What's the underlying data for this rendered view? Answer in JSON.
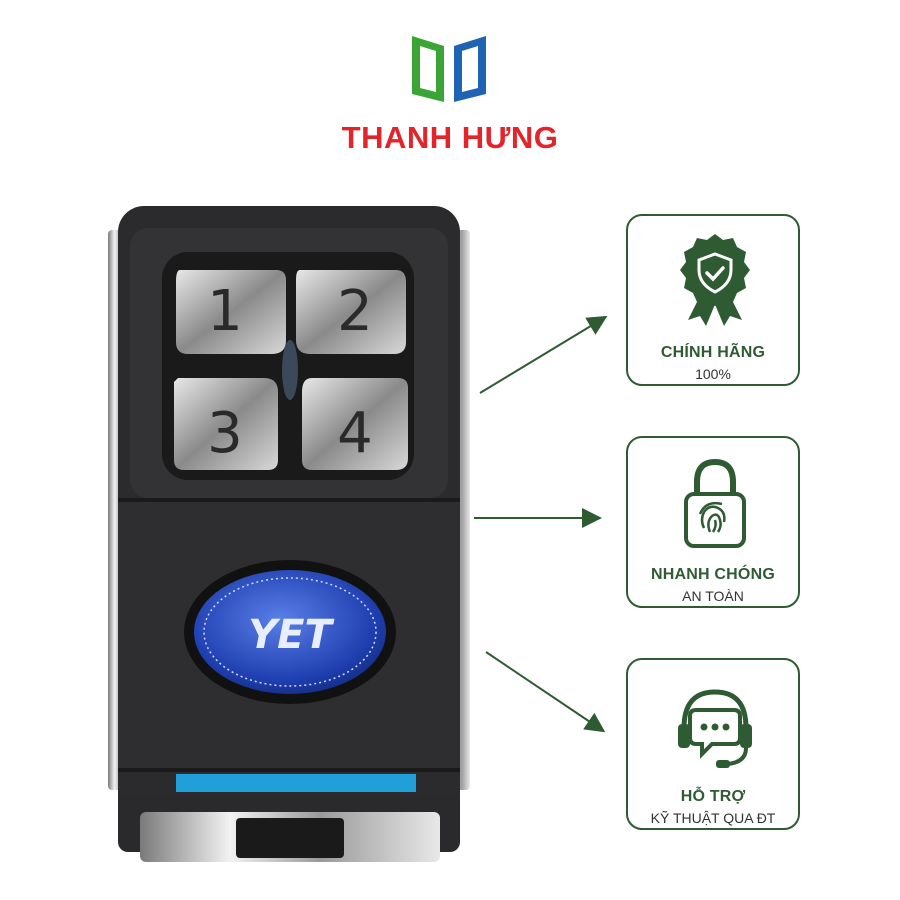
{
  "brand": {
    "name": "THANH HƯNG",
    "name_color": "#e3242b",
    "logo_green": "#3aa535",
    "logo_blue": "#1e63b4"
  },
  "product": {
    "buttons": [
      "1",
      "2",
      "3",
      "4"
    ],
    "badge_text": "YET"
  },
  "features": [
    {
      "title": "CHÍNH HÃNG",
      "subtitle": "100%",
      "icon": "certified-badge-icon"
    },
    {
      "title": "NHANH CHÓNG",
      "subtitle": "AN TOÀN",
      "icon": "fingerprint-lock-icon"
    },
    {
      "title": "HỖ TRỢ",
      "subtitle": "KỸ THUẬT QUA ĐT",
      "icon": "headset-support-icon"
    }
  ],
  "colors": {
    "accent_green": "#2f5b33",
    "text_dark": "#333333"
  }
}
